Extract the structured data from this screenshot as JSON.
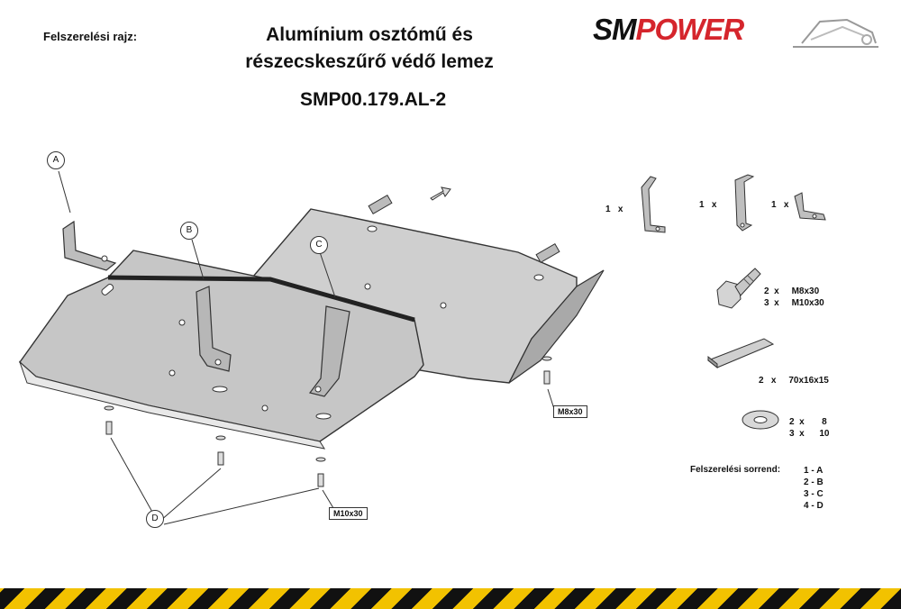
{
  "header": {
    "left_label": "Felszerelési rajz:",
    "title_line1": "Alumínium osztómű és",
    "title_line2": "részecskeszűrő védő lemez",
    "code": "SMP00.179.AL-2",
    "logo_sm": "SM",
    "logo_power": "POWER"
  },
  "callouts": {
    "a": "A",
    "b": "B",
    "c": "C",
    "d": "D",
    "bolt_m8": "M8x30",
    "bolt_m10": "M10x30"
  },
  "parts": {
    "bracket1_qty": "1   x",
    "bracket2_qty": "1   x",
    "bracket3_qty": "1   x",
    "bolt_line1": "2  x     M8x30",
    "bolt_line2": "3  x     M10x30",
    "plate_line": "2   x     70x16x15",
    "washer_line1": "2  x       8",
    "washer_line2": "3  x      10"
  },
  "sequence": {
    "label": "Felszerelési sorrend:",
    "steps": [
      "1 - A",
      "2 - B",
      "3 - C",
      "4 - D"
    ]
  },
  "colors": {
    "brand_red": "#d5252c",
    "hazard_yellow": "#f2c200",
    "hazard_black": "#111111"
  }
}
